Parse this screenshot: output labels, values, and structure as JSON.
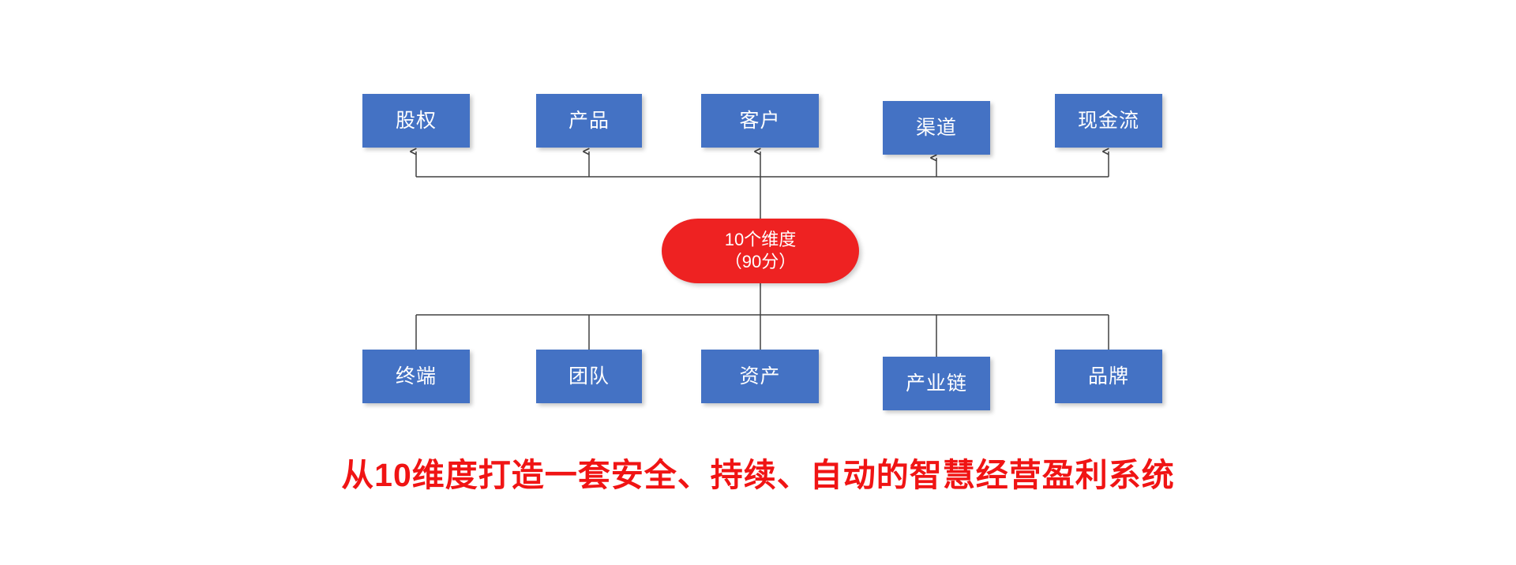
{
  "diagram": {
    "type": "hub-and-spoke",
    "title_caption": "从10维度打造一套安全、持续、自动的智慧经营盈利系统",
    "colors": {
      "node_blue": "#4472C4",
      "hub_red": "#EE2222",
      "headline_red": "#F01414",
      "node_text": "#FFFFFF",
      "connector": "#404040",
      "background": "#FFFFFF"
    },
    "hub": {
      "line1": "10个维度",
      "line2": "（90分）"
    },
    "top_row": {
      "direction": "arrows-point-up-into-boxes",
      "nodes": [
        {
          "label": "股权"
        },
        {
          "label": "产品"
        },
        {
          "label": "客户"
        },
        {
          "label": "渠道"
        },
        {
          "label": "现金流"
        }
      ]
    },
    "bottom_row": {
      "direction": "arrows-point-down-into-boxes",
      "nodes": [
        {
          "label": "终端"
        },
        {
          "label": "团队"
        },
        {
          "label": "资产"
        },
        {
          "label": "产业链"
        },
        {
          "label": "品牌"
        }
      ]
    }
  }
}
